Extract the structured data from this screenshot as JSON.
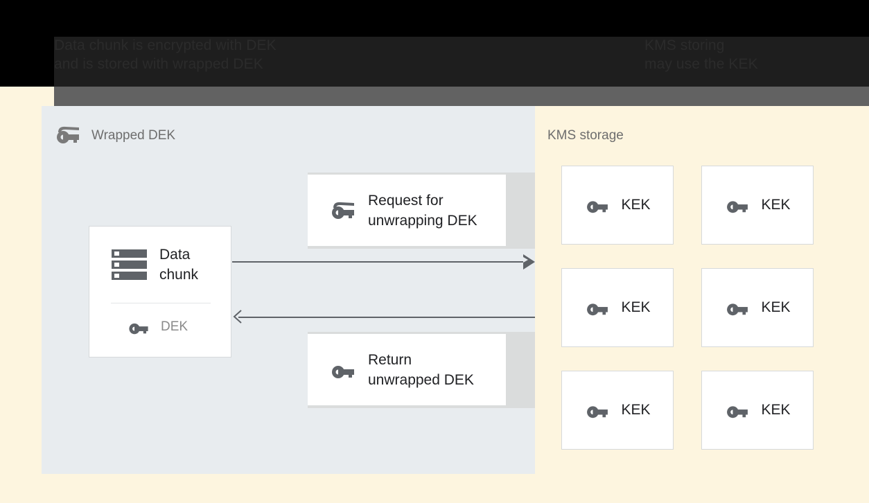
{
  "header": {
    "caption_left": "Data chunk is encrypted with DEK\nand is stored with wrapped DEK",
    "caption_right": "KMS storing\nmay use the KEK",
    "bg_black": "#000000",
    "bg_dark": "#1e1e1e",
    "bar_gray": "#626262"
  },
  "client_panel": {
    "title": "Wrapped DEK",
    "title_icon": "wrapped-key-icon",
    "bg": "#E8ECEF",
    "data_card": {
      "icon": "data-chunk-icon",
      "label": "Data\nchunk",
      "key_icon": "key-icon",
      "key_label": "DEK"
    },
    "messages": [
      {
        "icon": "wrapped-key-icon",
        "text": "Request for\nunwrapping DEK",
        "direction": "right"
      },
      {
        "icon": "key-icon",
        "text": "Return\nunwrapped DEK",
        "direction": "left"
      }
    ]
  },
  "kms_panel": {
    "title": "KMS storage",
    "bg": "#FDF5DF",
    "keks": [
      {
        "icon": "key-icon",
        "label": "KEK"
      },
      {
        "icon": "key-icon",
        "label": "KEK"
      },
      {
        "icon": "key-icon",
        "label": "KEK"
      },
      {
        "icon": "key-icon",
        "label": "KEK"
      },
      {
        "icon": "key-icon",
        "label": "KEK"
      },
      {
        "icon": "key-icon",
        "label": "KEK"
      }
    ]
  },
  "colors": {
    "icon_gray": "#5f6368",
    "text_dark": "#202124",
    "text_muted": "#6e6e6e",
    "card_border": "#D6D9DB",
    "band_gray": "#DADCDC"
  }
}
